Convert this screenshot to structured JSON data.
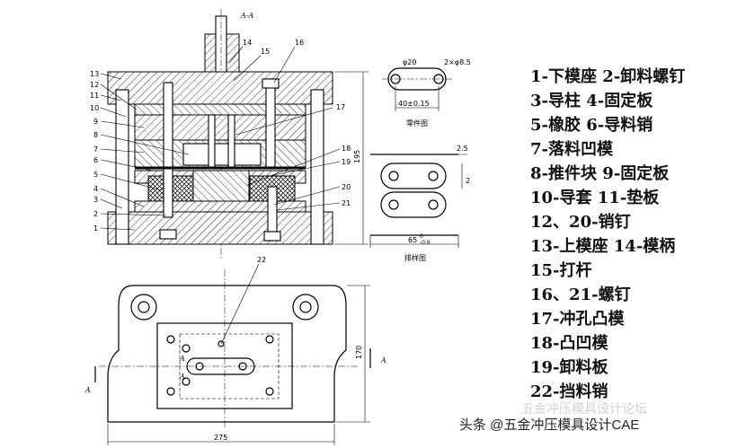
{
  "section_title": "A-A",
  "part_numbers_left": [
    "13",
    "12",
    "11",
    "10",
    "9",
    "8",
    "7",
    "6",
    "5",
    "4",
    "3",
    "2",
    "1"
  ],
  "part_numbers_right": [
    "17",
    "18",
    "19",
    "20",
    "21"
  ],
  "part_numbers_top": [
    "14",
    "15",
    "16"
  ],
  "part_number_plan": "22",
  "section_marks": [
    "A",
    "A",
    "A",
    "A"
  ],
  "part_drawing": {
    "caption": "零件图",
    "hole_diameter": "φ20",
    "small_holes": "2×φ8.5",
    "pitch": "40±0.15"
  },
  "strip_layout": {
    "caption": "排样图",
    "gap": "2.5",
    "edge": "2",
    "width": "65",
    "width_tol_upper": "0",
    "width_tol_lower": "-0.6"
  },
  "dimensions": {
    "height": "195",
    "depth": "170",
    "length": "275"
  },
  "legend": [
    "1-下模座  2-卸料螺钉",
    "3-导柱      4-固定板",
    "5-橡胶      6-导料销",
    "7-落料凹模",
    "8-推件块     9-固定板",
    "10-导套      11-垫板",
    "12、20-销钉",
    "13-上模座    14-模柄",
    "15-打杆",
    "16、21-螺钉",
    "17-冲孔凸模",
    "18-凸凹模",
    "19-卸料板",
    "22-挡料销"
  ],
  "watermark_front": "头条 @五金冲压模具设计CAE",
  "watermark_back": "五金冲压模具设计论坛"
}
